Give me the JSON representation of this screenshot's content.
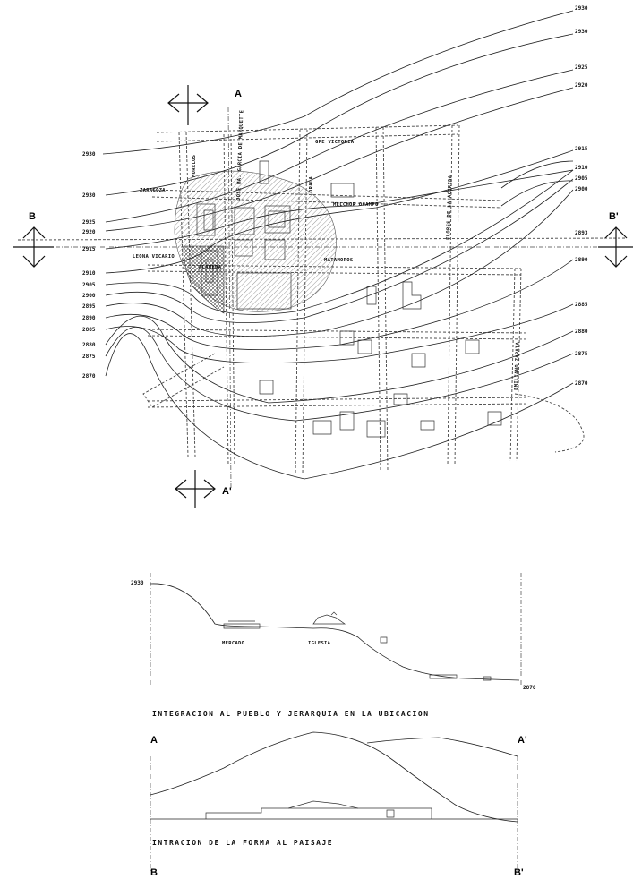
{
  "section_markers": {
    "a": "A",
    "a_prime": "A'",
    "b": "B",
    "b_prime": "B'"
  },
  "contour_labels_right": [
    "2930",
    "2930",
    "2925",
    "2920",
    "2915",
    "2910",
    "2905",
    "2900",
    "2893",
    "2890",
    "2885",
    "2880",
    "2875",
    "2870"
  ],
  "contour_labels_left": [
    "2930",
    "2930",
    "2925",
    "2920",
    "2915",
    "2910",
    "2905",
    "2900",
    "2895",
    "2890",
    "2885",
    "2880",
    "2875",
    "2870"
  ],
  "street_names": {
    "vertical_1": "MORELOS",
    "vertical_2": "JOSE MA. GARCIA DE MARQUETTE",
    "vertical_3": "ORALA",
    "vertical_4": "FLORES DE LA ACERIDA",
    "vertical_5": "EMILIANO ZAPATA",
    "horizontal_1": "GPE VICTORIA",
    "horizontal_2": "ZARAGOZA",
    "horizontal_3": "MELCHOR OCAMPO",
    "horizontal_4": "LEONA VICARIO",
    "horizontal_5": "MATAMOROS",
    "plaza": "ALAMEDA"
  },
  "section_aa": {
    "elev_left": "2930",
    "elev_right": "2870",
    "label_1": "MERCADO",
    "label_2": "IGLESIA",
    "caption": "INTEGRACION AL PUEBLO Y JERARQUIA EN LA UBICACION",
    "marker_left": "A",
    "marker_right": "A'"
  },
  "section_bb": {
    "caption": "INTRACION DE LA FORMA AL PAISAJE",
    "marker_left": "B",
    "marker_right": "B'"
  }
}
